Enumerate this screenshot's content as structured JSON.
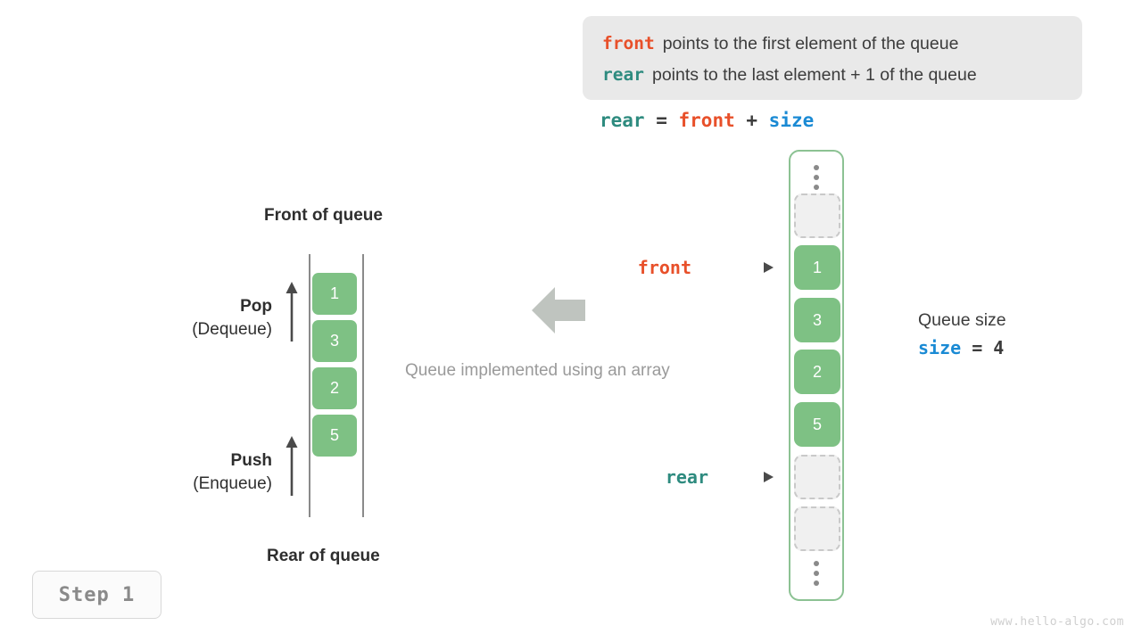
{
  "legend": {
    "lines": [
      {
        "keyword": "front",
        "keyword_color": "#e8502a",
        "text": "points to the first element of the queue"
      },
      {
        "keyword": "rear",
        "keyword_color": "#2e8b7f",
        "text": "points to the last element + 1 of the queue"
      }
    ],
    "background": "#e9e9e9"
  },
  "formula": {
    "lhs": "rear",
    "eq": " = ",
    "rhs1": "front",
    "plus": " + ",
    "rhs2": "size"
  },
  "logical_queue": {
    "front_label": "Front of queue",
    "rear_label": "Rear of queue",
    "cells": [
      "1",
      "3",
      "2",
      "5"
    ],
    "cell_color": "#7ec184",
    "pop": {
      "title": "Pop",
      "subtitle": "(Dequeue)"
    },
    "push": {
      "title": "Push",
      "subtitle": "(Enqueue)"
    }
  },
  "center": {
    "caption": "Queue implemented using an array",
    "arrow_icon": "arrow-left-icon",
    "arrow_color": "#bfc4bf"
  },
  "array_view": {
    "border_color": "#8cc293",
    "top_ellipsis": "vertical-ellipsis-icon",
    "bottom_ellipsis": "vertical-ellipsis-icon",
    "slots": [
      {
        "value": "",
        "state": "empty"
      },
      {
        "value": "1",
        "state": "filled"
      },
      {
        "value": "3",
        "state": "filled"
      },
      {
        "value": "2",
        "state": "filled"
      },
      {
        "value": "5",
        "state": "filled"
      },
      {
        "value": "",
        "state": "empty"
      },
      {
        "value": "",
        "state": "empty"
      }
    ],
    "pointers": [
      {
        "name": "front",
        "color": "#e8502a",
        "slot_index": 1
      },
      {
        "name": "rear",
        "color": "#2e8b7f",
        "slot_index": 5
      }
    ]
  },
  "queue_size": {
    "title": "Queue size",
    "var": "size",
    "var_color": "#1a8ad4",
    "expr": " = ",
    "value": "4"
  },
  "step_badge": {
    "label": "Step 1"
  },
  "watermark": {
    "text": "www.hello-algo.com"
  }
}
